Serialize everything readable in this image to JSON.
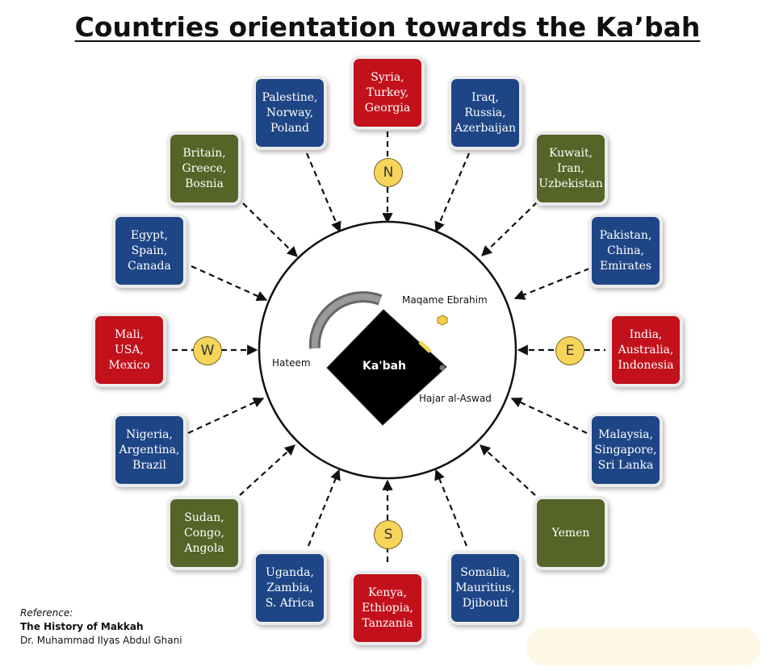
{
  "title": "Countries orientation towards the Ka’bah",
  "center": {
    "kaaba": "Ka'bah",
    "hateem": "Hateem",
    "maqam": "Maqame Ebrahim",
    "hajar": "Hajar al-Aswad"
  },
  "compass": {
    "n": "N",
    "e": "E",
    "s": "S",
    "w": "W"
  },
  "boxes": {
    "n": "Syria,\nTurkey,\nGeorgia",
    "nne": "Iraq,\nRussia,\nAzerbaijan",
    "ne": "Kuwait,\nIran,\nUzbekistan",
    "ene": "Pakistan,\nChina,\nEmirates",
    "e": "India,\nAustralia,\nIndonesia",
    "ese": "Malaysia,\nSingapore,\nSri Lanka",
    "se": "Yemen",
    "sse": "Somalia,\nMauritius,\nDjibouti",
    "s": "Kenya,\nEthiopia,\nTanzania",
    "ssw": "Uganda,\nZambia,\nS. Africa",
    "sw": "Sudan,\nCongo,\nAngola",
    "wsw": "Nigeria,\nArgentina,\nBrazil",
    "w": "Mali,\nUSA,\nMexico",
    "wnw": "Egypt,\nSpain,\nCanada",
    "nw": "Britain,\nGreece,\nBosnia",
    "nnw": "Palestine,\nNorway,\nPoland"
  },
  "colors": {
    "red": "#c2111b",
    "blue": "#1e4585",
    "green": "#556427",
    "compass": "#f7d45a"
  },
  "reference": {
    "label": "Reference:",
    "book": "The History of Makkah",
    "author": "Dr. Muhammad Ilyas Abdul Ghani"
  }
}
